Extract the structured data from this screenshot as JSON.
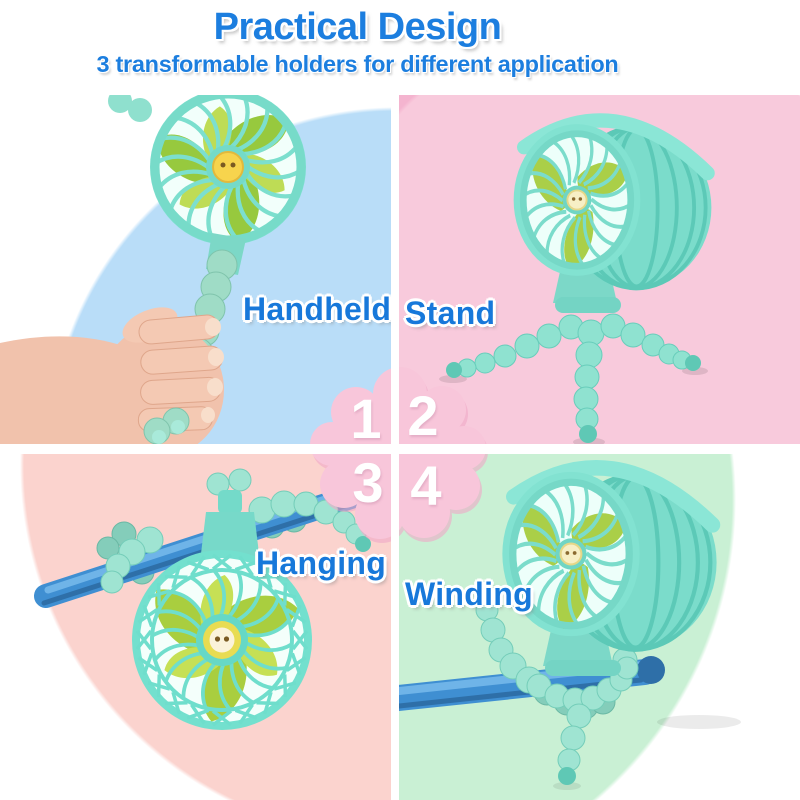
{
  "header": {
    "title": "Practical Design",
    "subtitle": "3 transformable holders for different application"
  },
  "quadrants": [
    {
      "id": "handheld",
      "number": "1",
      "label": "Handheld",
      "background_color": "#B9DDF8",
      "photo": "hand holding mint handheld fan with bendy handle"
    },
    {
      "id": "stand",
      "number": "2",
      "label": "Stand",
      "background_color": "#F4B4CF",
      "photo": "mint fan standing on flexible octopus tripod legs"
    },
    {
      "id": "hanging",
      "number": "3",
      "label": "Hanging",
      "background_color": "#FBD3CE",
      "photo": "mint fan hanging from blue bar by wrapped tripod legs"
    },
    {
      "id": "winding",
      "number": "4",
      "label": "Winding",
      "background_color": "#C9F0D4",
      "photo": "mint fan with legs wound around blue bar"
    }
  ],
  "colors": {
    "title_blue": "#1C7EDF",
    "label_blue": "#1778DA",
    "cloud_pink": "#F8C6DA",
    "divider_white": "#FFFFFF",
    "fan_mint": "#7BDECD",
    "fan_blade_green": "#A9CE3F",
    "fan_hub_yellow": "#F7D44D",
    "pole_blue": "#3F8FD2",
    "skin": "#F1C2AC"
  }
}
